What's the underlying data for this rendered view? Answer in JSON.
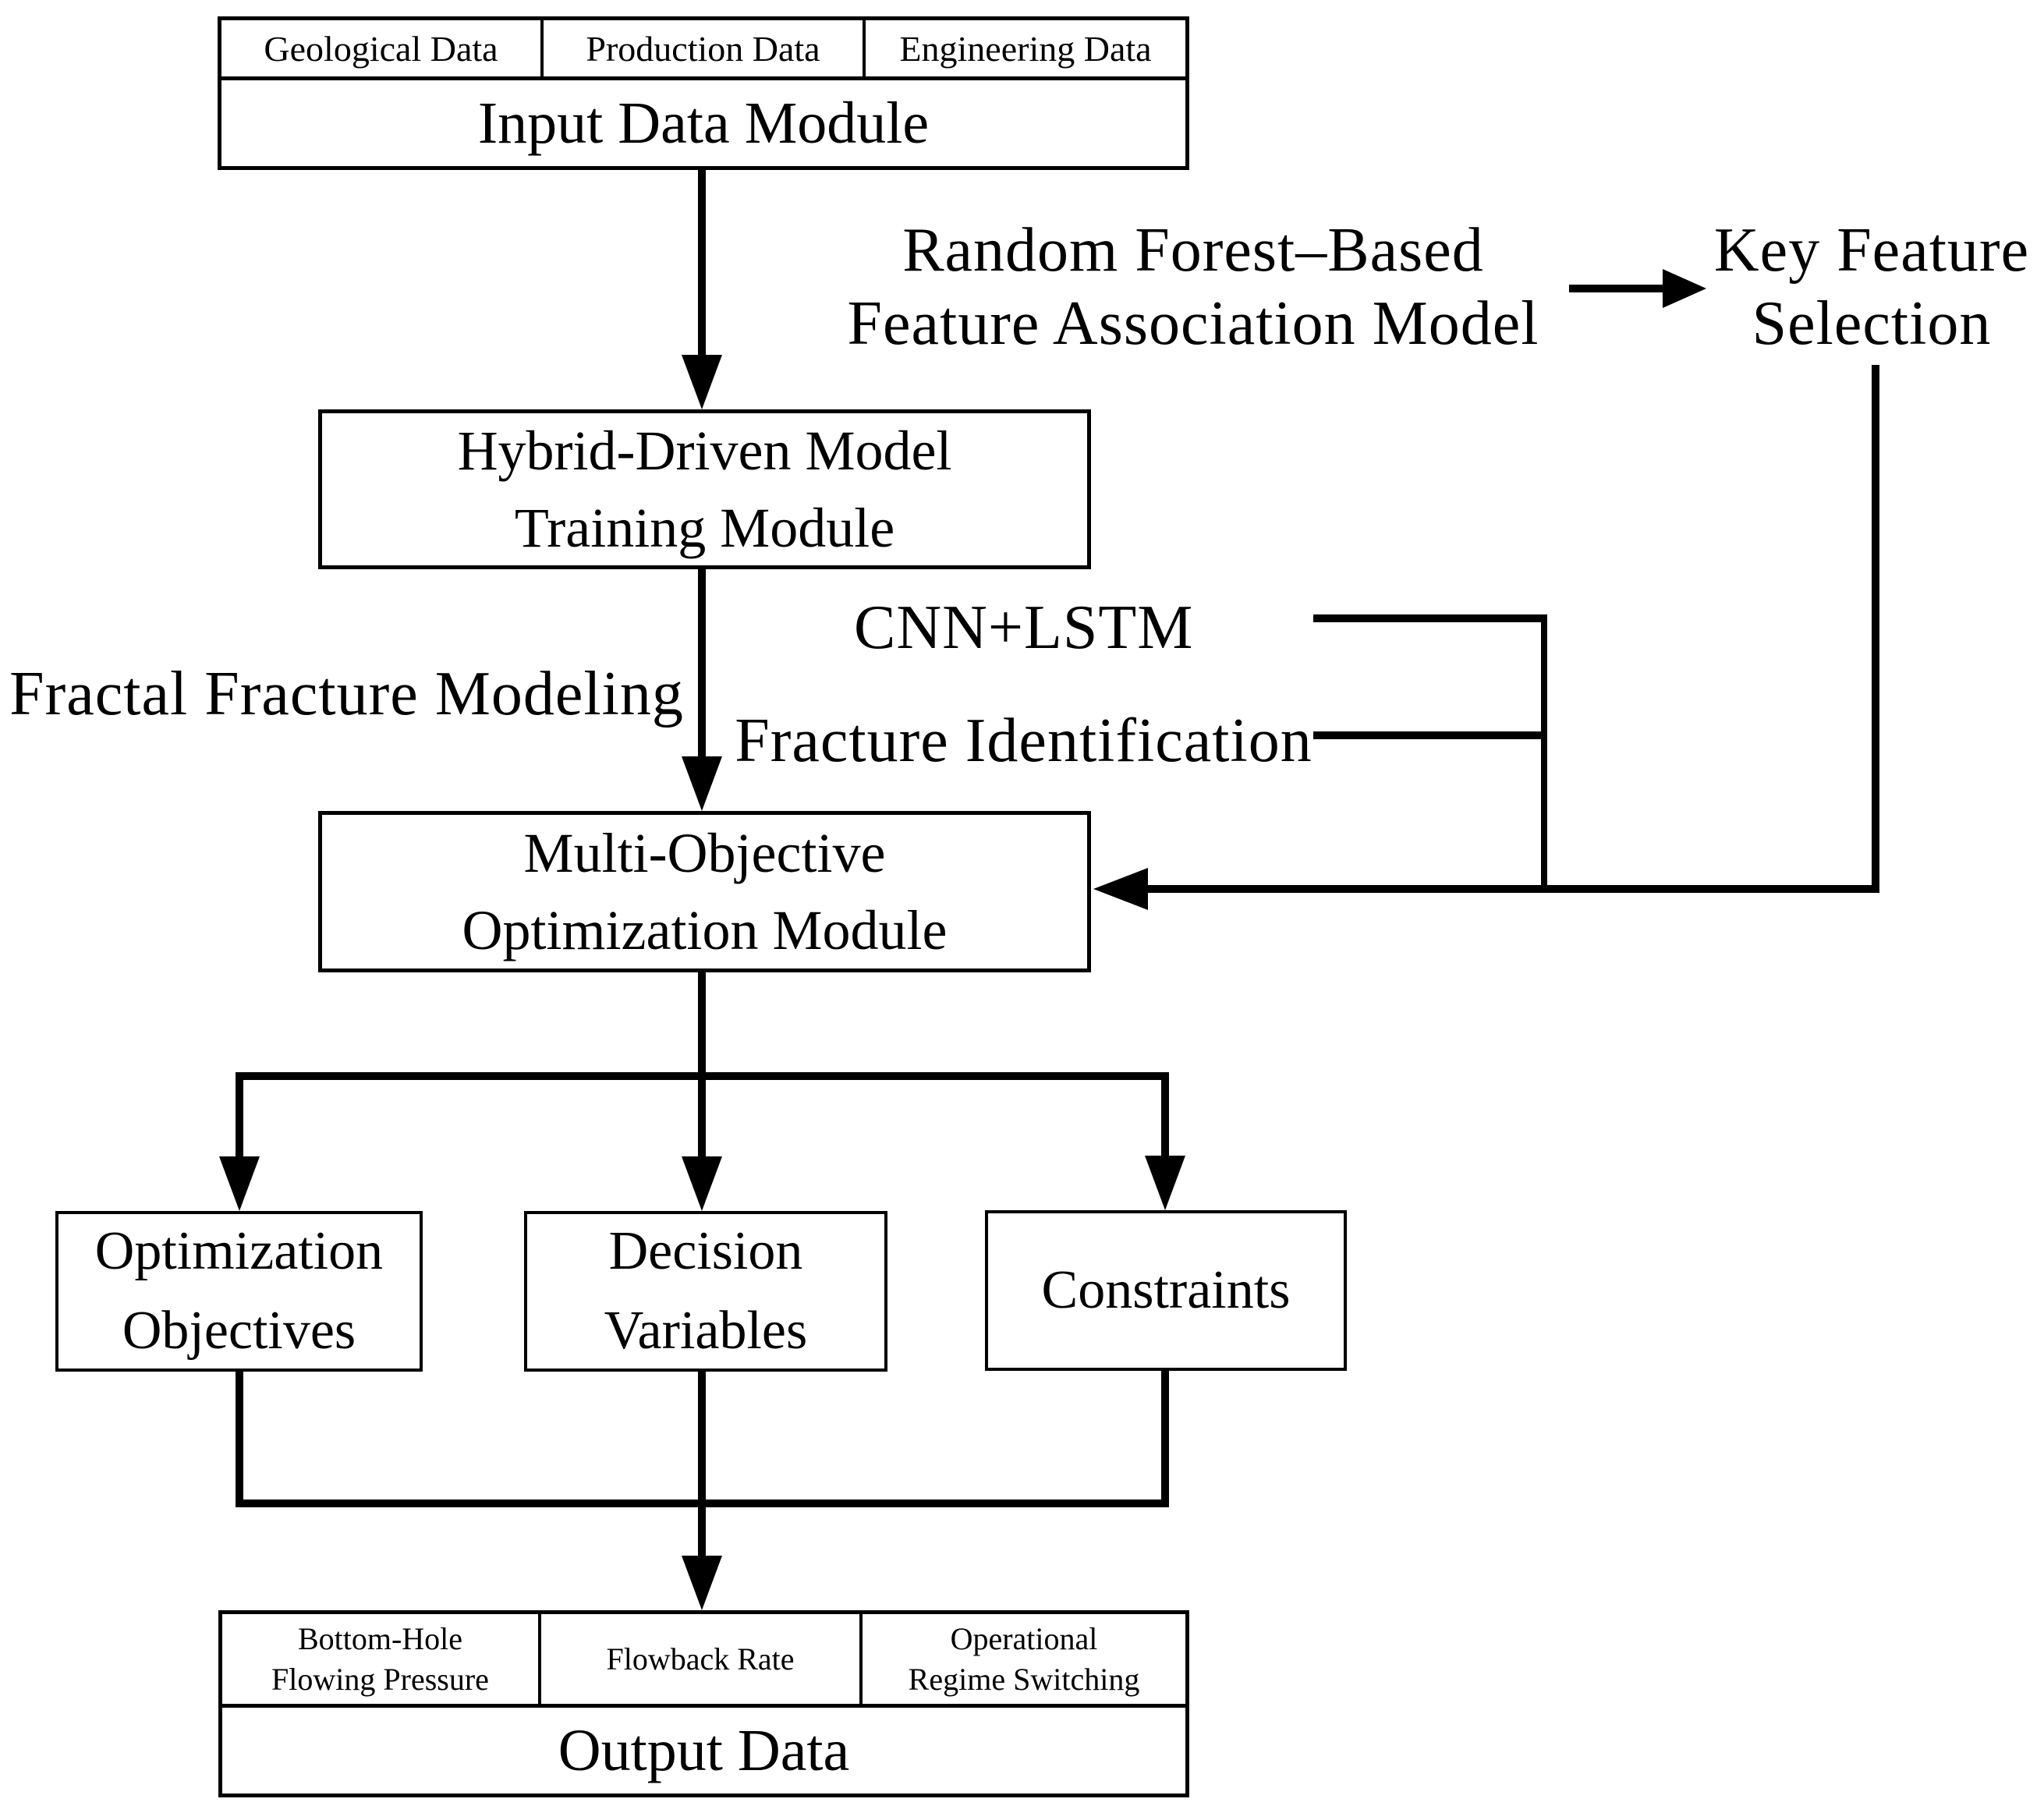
{
  "boxes": {
    "input": {
      "cells": [
        "Geological Data",
        "Production Data",
        "Engineering Data"
      ],
      "title": "Input Data Module"
    },
    "hybrid": {
      "lines": [
        "Hybrid-Driven Model",
        "Training Module"
      ]
    },
    "multi_objective": {
      "lines": [
        "Multi-Objective",
        "Optimization Module"
      ]
    },
    "optimization_objectives": {
      "lines": [
        "Optimization",
        "Objectives"
      ]
    },
    "decision_variables": {
      "lines": [
        "Decision",
        "Variables"
      ]
    },
    "constraints": {
      "label": "Constraints"
    },
    "output": {
      "cells": [
        {
          "lines": [
            "Bottom-Hole",
            "Flowing Pressure"
          ]
        },
        {
          "lines": [
            "Flowback Rate"
          ]
        },
        {
          "lines": [
            "Operational",
            "Regime Switching"
          ]
        }
      ],
      "title": "Output Data"
    }
  },
  "labels": {
    "random_forest": {
      "lines": [
        "Random Forest–Based",
        "Feature Association Model"
      ]
    },
    "key_feature": {
      "lines": [
        "Key Feature",
        "Selection"
      ]
    },
    "cnn_lstm": "CNN+LSTM",
    "fracture_identification": "Fracture Identification",
    "fractal_fracture_modeling": "Fractal Fracture Modeling"
  },
  "colors": {
    "ink": "#000000",
    "paper": "#ffffff"
  }
}
